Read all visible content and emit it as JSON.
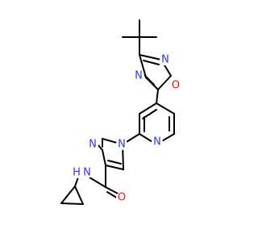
{
  "colors": {
    "background": "#ffffff",
    "bond": "#000000",
    "nitrogen": "#3333ff",
    "oxygen": "#ff0d0d"
  },
  "atoms": {
    "n_oxadiazole_3": "N",
    "o_oxadiazole": "O",
    "n_oxadiazole_4": "N",
    "n_pyridine": "N",
    "n_imidazole_3": "N",
    "n_imidazole_1": "N",
    "n_amide": "N",
    "h_amide": "H",
    "o_carbonyl": "O"
  }
}
